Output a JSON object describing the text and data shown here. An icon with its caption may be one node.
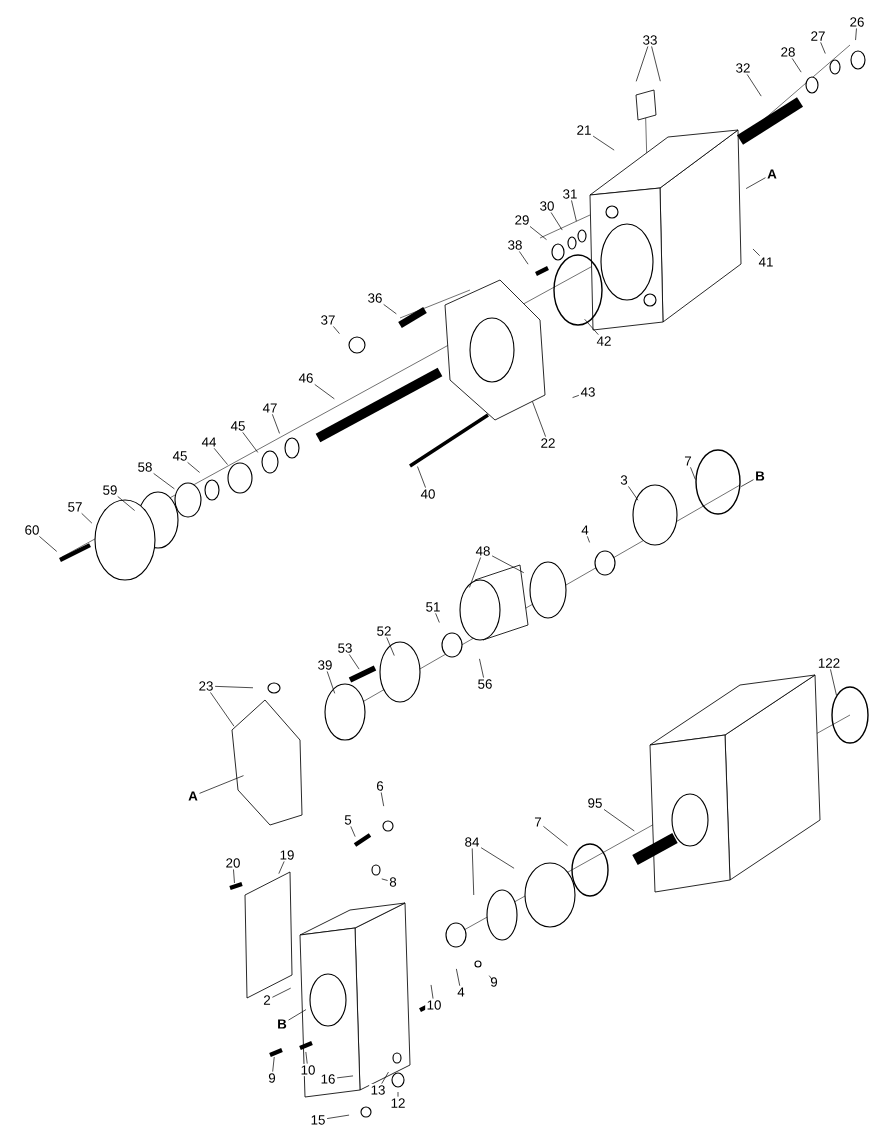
{
  "diagram": {
    "nodes": [
      {
        "text": [
          "33"
        ]
      },
      {
        "text": [
          "26"
        ]
      },
      {
        "text": [
          "27"
        ]
      },
      {
        "text": [
          "28"
        ]
      },
      {
        "text": [
          "32"
        ]
      },
      {
        "text": [
          "21"
        ]
      },
      {
        "text": [
          "A"
        ]
      },
      {
        "text": [
          "31"
        ]
      },
      {
        "text": [
          "30"
        ]
      },
      {
        "text": [
          "29"
        ]
      },
      {
        "text": [
          "38"
        ]
      },
      {
        "text": [
          "41"
        ]
      },
      {
        "text": [
          "36"
        ]
      },
      {
        "text": [
          "42"
        ]
      },
      {
        "text": [
          "37"
        ]
      },
      {
        "text": [
          "46"
        ]
      },
      {
        "text": [
          "43"
        ]
      },
      {
        "text": [
          "47"
        ]
      },
      {
        "text": [
          "45"
        ]
      },
      {
        "text": [
          "22"
        ]
      },
      {
        "text": [
          "44"
        ]
      },
      {
        "text": [
          "45"
        ]
      },
      {
        "text": [
          "58"
        ]
      },
      {
        "text": [
          "40"
        ]
      },
      {
        "text": [
          "7"
        ]
      },
      {
        "text": [
          "B"
        ]
      },
      {
        "text": [
          "59"
        ]
      },
      {
        "text": [
          "3"
        ]
      },
      {
        "text": [
          "57"
        ]
      },
      {
        "text": [
          "60"
        ]
      },
      {
        "text": [
          "48"
        ]
      },
      {
        "text": [
          "4"
        ]
      },
      {
        "text": [
          "51"
        ]
      },
      {
        "text": [
          "52"
        ]
      },
      {
        "text": [
          "53"
        ]
      },
      {
        "text": [
          "39"
        ]
      },
      {
        "text": [
          "56"
        ]
      },
      {
        "text": [
          "23"
        ]
      },
      {
        "text": [
          "122"
        ]
      },
      {
        "text": [
          "A"
        ]
      },
      {
        "text": [
          "6"
        ]
      },
      {
        "text": [
          "5"
        ]
      },
      {
        "text": [
          "95"
        ]
      },
      {
        "text": [
          "7"
        ]
      },
      {
        "text": [
          "84"
        ]
      },
      {
        "text": [
          "19"
        ]
      },
      {
        "text": [
          "20"
        ]
      },
      {
        "text": [
          "8"
        ]
      },
      {
        "text": [
          "4"
        ]
      },
      {
        "text": [
          "9"
        ]
      },
      {
        "text": [
          "2"
        ]
      },
      {
        "text": [
          "B"
        ]
      },
      {
        "text": [
          "10"
        ]
      },
      {
        "text": [
          "9"
        ]
      },
      {
        "text": [
          "10"
        ]
      },
      {
        "text": [
          "16"
        ]
      },
      {
        "text": [
          "13"
        ]
      },
      {
        "text": [
          "15"
        ]
      },
      {
        "text": [
          "12"
        ]
      }
    ],
    "edges": [
      {
        "from": 0,
        "to": null,
        "arrow": "none"
      },
      {
        "from": 0,
        "to": null,
        "arrow": "none"
      },
      {
        "from": 1,
        "to": null,
        "arrow": "none"
      },
      {
        "from": 2,
        "to": null,
        "arrow": "none"
      },
      {
        "from": 3,
        "to": null,
        "arrow": "none"
      },
      {
        "from": 4,
        "to": null,
        "arrow": "none"
      },
      {
        "from": 5,
        "to": null,
        "arrow": "none"
      },
      {
        "from": 6,
        "to": null,
        "arrow": "none"
      },
      {
        "from": 7,
        "to": null,
        "arrow": "none"
      },
      {
        "from": 8,
        "to": null,
        "arrow": "none"
      },
      {
        "from": 9,
        "to": null,
        "arrow": "none"
      },
      {
        "from": 10,
        "to": null,
        "arrow": "none"
      },
      {
        "from": 11,
        "to": null,
        "arrow": "none"
      },
      {
        "from": 12,
        "to": null,
        "arrow": "none"
      },
      {
        "from": 13,
        "to": null,
        "arrow": "none"
      },
      {
        "from": 14,
        "to": null,
        "arrow": "none"
      },
      {
        "from": 15,
        "to": null,
        "arrow": "none"
      },
      {
        "from": 16,
        "to": null,
        "arrow": "none"
      },
      {
        "from": 17,
        "to": null,
        "arrow": "none"
      },
      {
        "from": 18,
        "to": null,
        "arrow": "none"
      },
      {
        "from": 19,
        "to": null,
        "arrow": "none"
      },
      {
        "from": 20,
        "to": null,
        "arrow": "none"
      },
      {
        "from": 21,
        "to": null,
        "arrow": "none"
      },
      {
        "from": 22,
        "to": null,
        "arrow": "none"
      },
      {
        "from": 23,
        "to": null,
        "arrow": "none"
      },
      {
        "from": 24,
        "to": null,
        "arrow": "none"
      },
      {
        "from": 25,
        "to": null,
        "arrow": "none"
      },
      {
        "from": 26,
        "to": null,
        "arrow": "none"
      },
      {
        "from": 27,
        "to": null,
        "arrow": "none"
      },
      {
        "from": 28,
        "to": null,
        "arrow": "none"
      },
      {
        "from": 29,
        "to": null,
        "arrow": "none"
      },
      {
        "from": 30,
        "to": null,
        "arrow": "none"
      },
      {
        "from": 30,
        "to": null,
        "arrow": "none"
      },
      {
        "from": 31,
        "to": null,
        "arrow": "none"
      },
      {
        "from": 32,
        "to": null,
        "arrow": "none"
      },
      {
        "from": 33,
        "to": null,
        "arrow": "none"
      },
      {
        "from": 34,
        "to": null,
        "arrow": "none"
      },
      {
        "from": 35,
        "to": null,
        "arrow": "none"
      },
      {
        "from": 36,
        "to": null,
        "arrow": "none"
      },
      {
        "from": 37,
        "to": null,
        "arrow": "none"
      },
      {
        "from": 37,
        "to": null,
        "arrow": "none"
      },
      {
        "from": 38,
        "to": null,
        "arrow": "none"
      },
      {
        "from": 39,
        "to": null,
        "arrow": "none"
      },
      {
        "from": 40,
        "to": null,
        "arrow": "none"
      },
      {
        "from": 41,
        "to": null,
        "arrow": "none"
      },
      {
        "from": 42,
        "to": null,
        "arrow": "none"
      },
      {
        "from": 43,
        "to": null,
        "arrow": "none"
      },
      {
        "from": 44,
        "to": null,
        "arrow": "none"
      },
      {
        "from": 44,
        "to": null,
        "arrow": "none"
      },
      {
        "from": 45,
        "to": null,
        "arrow": "none"
      },
      {
        "from": 46,
        "to": null,
        "arrow": "none"
      },
      {
        "from": 47,
        "to": null,
        "arrow": "none"
      },
      {
        "from": 48,
        "to": null,
        "arrow": "none"
      },
      {
        "from": 49,
        "to": null,
        "arrow": "none"
      },
      {
        "from": 50,
        "to": null,
        "arrow": "none"
      },
      {
        "from": 51,
        "to": null,
        "arrow": "none"
      },
      {
        "from": 52,
        "to": null,
        "arrow": "none"
      },
      {
        "from": 53,
        "to": null,
        "arrow": "none"
      },
      {
        "from": 54,
        "to": null,
        "arrow": "none"
      },
      {
        "from": 55,
        "to": null,
        "arrow": "none"
      },
      {
        "from": 56,
        "to": null,
        "arrow": "none"
      },
      {
        "from": 57,
        "to": null,
        "arrow": "none"
      },
      {
        "from": 58,
        "to": null,
        "arrow": "none"
      }
    ]
  }
}
